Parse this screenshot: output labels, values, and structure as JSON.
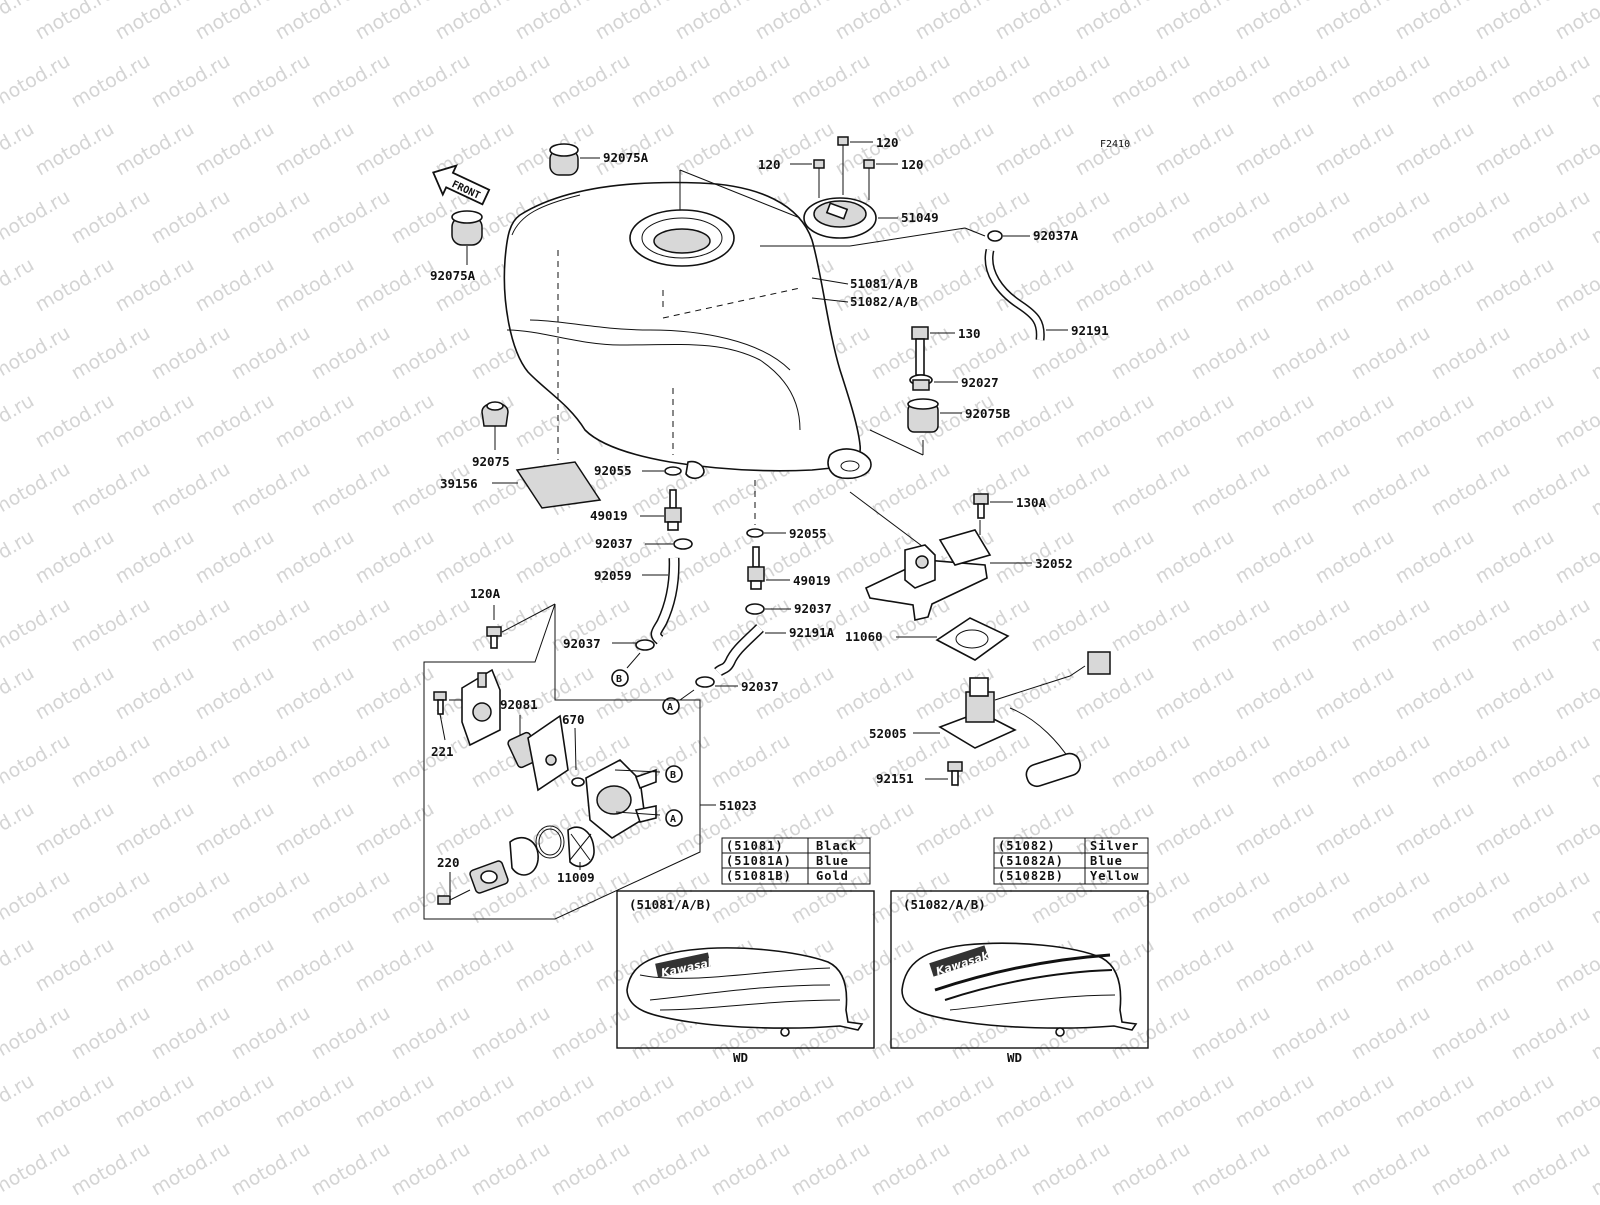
{
  "watermark": "motod.ru",
  "diagram_code": "F2410",
  "front_label": "FRONT",
  "part_labels": {
    "p92075A_top": "92075A",
    "p92075A_left": "92075A",
    "p120_top": "120",
    "p120_left": "120",
    "p120_right": "120",
    "p51049": "51049",
    "p92037A": "92037A",
    "p51081": "51081/A/B",
    "p51082": "51082/A/B",
    "p92191": "92191",
    "p130": "130",
    "p92027": "92027",
    "p92075B": "92075B",
    "p92075": "92075",
    "p39156": "39156",
    "p92055_left": "92055",
    "p49019_left": "49019",
    "p92037_a": "92037",
    "p92059": "92059",
    "p92055_right": "92055",
    "p49019_right": "49019",
    "p92037_b": "92037",
    "p130A": "130A",
    "p32052": "32052",
    "p120A": "120A",
    "p92037_c": "92037",
    "p92191A": "92191A",
    "p11060": "11060",
    "p92037_d": "92037",
    "p92081": "92081",
    "p670": "670",
    "p221": "221",
    "p52005": "52005",
    "p92151": "92151",
    "p51023": "51023",
    "p220": "220",
    "p11009": "11009"
  },
  "refs": {
    "a": "A",
    "b": "B"
  },
  "color_tables": {
    "left": [
      {
        "code": "(51081)",
        "color": "Black"
      },
      {
        "code": "(51081A)",
        "color": "Blue"
      },
      {
        "code": "(51081B)",
        "color": "Gold"
      }
    ],
    "right": [
      {
        "code": "(51082)",
        "color": "Silver"
      },
      {
        "code": "(51082A)",
        "color": "Blue"
      },
      {
        "code": "(51082B)",
        "color": "Yellow"
      }
    ]
  },
  "variants": {
    "left": {
      "title": "(51081/A/B)",
      "brand": "Kawasaki",
      "caption": "WD"
    },
    "right": {
      "title": "(51082/A/B)",
      "brand": "Kawasaki",
      "caption": "WD"
    }
  }
}
